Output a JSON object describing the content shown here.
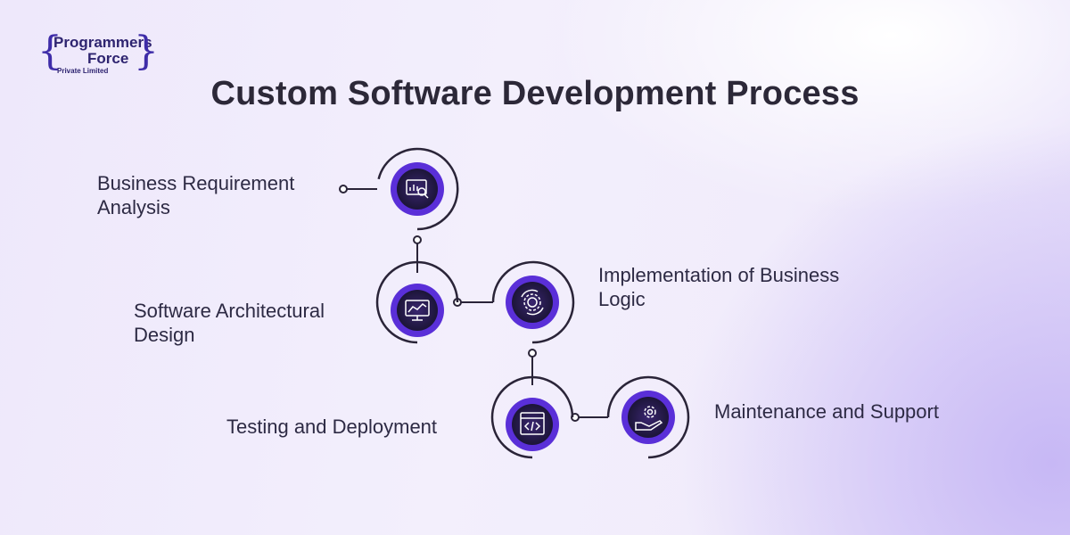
{
  "logo": {
    "line1": "Programmers",
    "line2": "Force",
    "line3": "Private Limited"
  },
  "title": "Custom Software Development Process",
  "steps": [
    {
      "label": "Business Requirement Analysis",
      "icon": "analysis-icon"
    },
    {
      "label": "Software Architectural Design",
      "icon": "architecture-icon"
    },
    {
      "label": "Implementation of Business Logic",
      "icon": "gear-icon"
    },
    {
      "label": "Testing and Deployment",
      "icon": "code-icon"
    },
    {
      "label": "Maintenance and Support",
      "icon": "support-icon"
    }
  ],
  "colors": {
    "accent": "#5a2fd8",
    "ring": "#2a2438",
    "connector": "#2a2438",
    "title": "#2c2838"
  }
}
